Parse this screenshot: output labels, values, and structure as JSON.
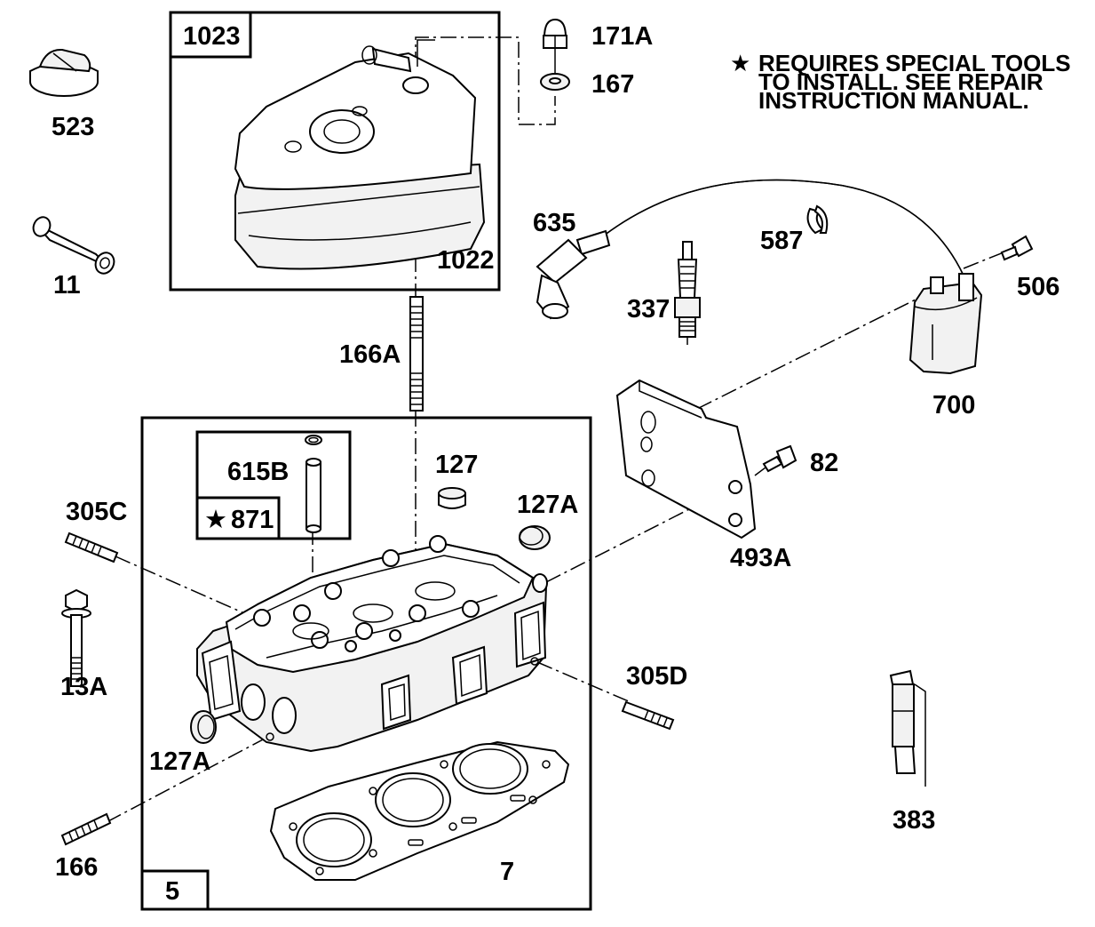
{
  "note": {
    "star": "★",
    "lines": [
      "REQUIRES SPECIAL TOOLS",
      "TO INSTALL.  SEE REPAIR",
      "INSTRUCTION MANUAL."
    ]
  },
  "labels": {
    "p1023": "1023",
    "p1022": "1022",
    "p171A": "171A",
    "p167": "167",
    "p523": "523",
    "p11": "11",
    "p635": "635",
    "p587": "587",
    "p337": "337",
    "p506": "506",
    "p700": "700",
    "p166A": "166A",
    "p615B": "615B",
    "p871": "871",
    "p871_star": "★",
    "p127": "127",
    "p127A_top": "127A",
    "p305C": "305C",
    "p13A": "13A",
    "p82": "82",
    "p493A": "493A",
    "p305D": "305D",
    "p127A_bottom": "127A",
    "p166": "166",
    "p383": "383",
    "p7": "7",
    "p5": "5"
  }
}
